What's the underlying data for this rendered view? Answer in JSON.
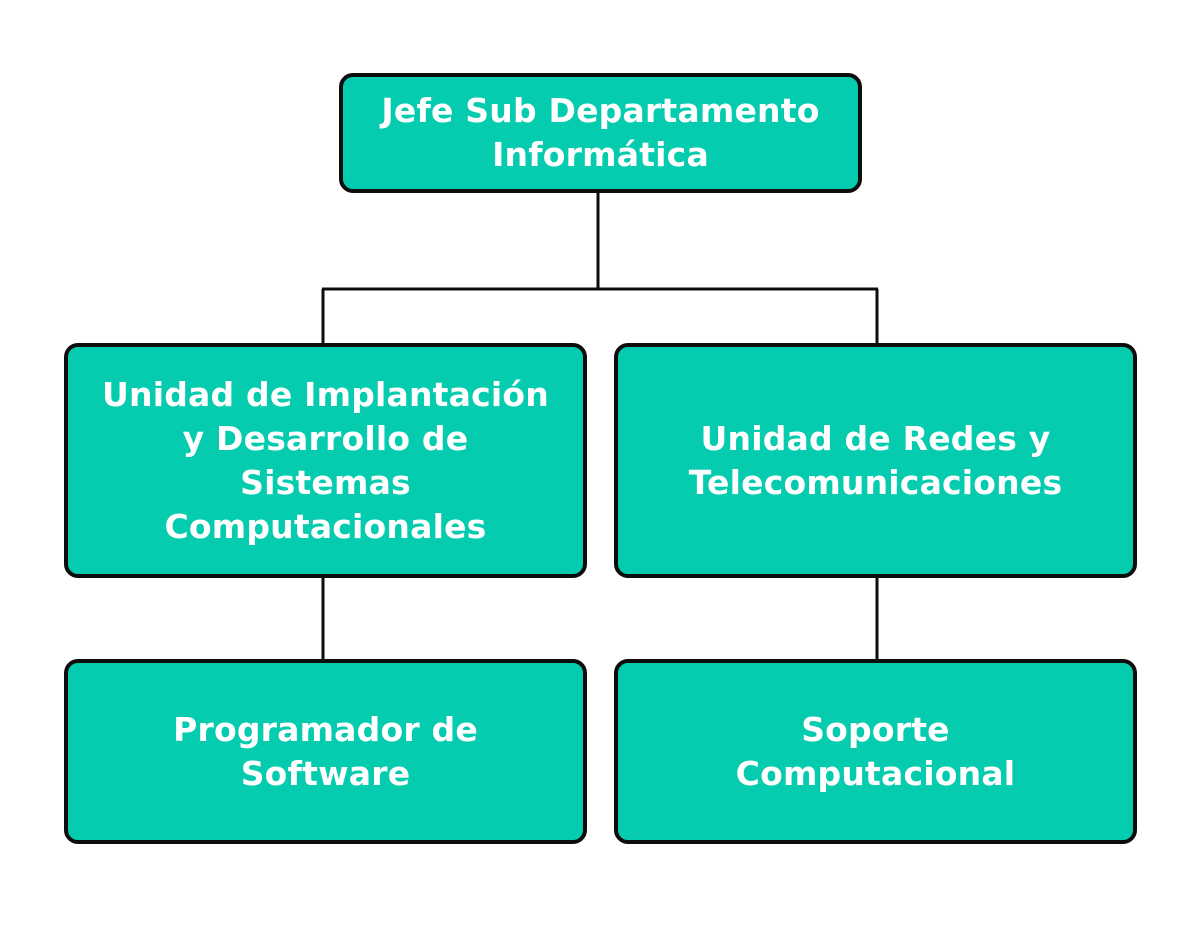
{
  "colors": {
    "node_fill": "#06CCAF",
    "node_border": "#0D0D0D",
    "node_text": "#FFFFFF",
    "connector": "#0D0D0D"
  },
  "org_chart": {
    "root": {
      "label": "Jefe Sub Departamento\nInformática"
    },
    "units": [
      {
        "label": "Unidad de Implantación\ny Desarrollo de\nSistemas\nComputacionales",
        "child": {
          "label": "Programador de\nSoftware"
        }
      },
      {
        "label": "Unidad de Redes y\nTelecomunicaciones",
        "child": {
          "label": "Soporte\nComputacional"
        }
      }
    ]
  }
}
